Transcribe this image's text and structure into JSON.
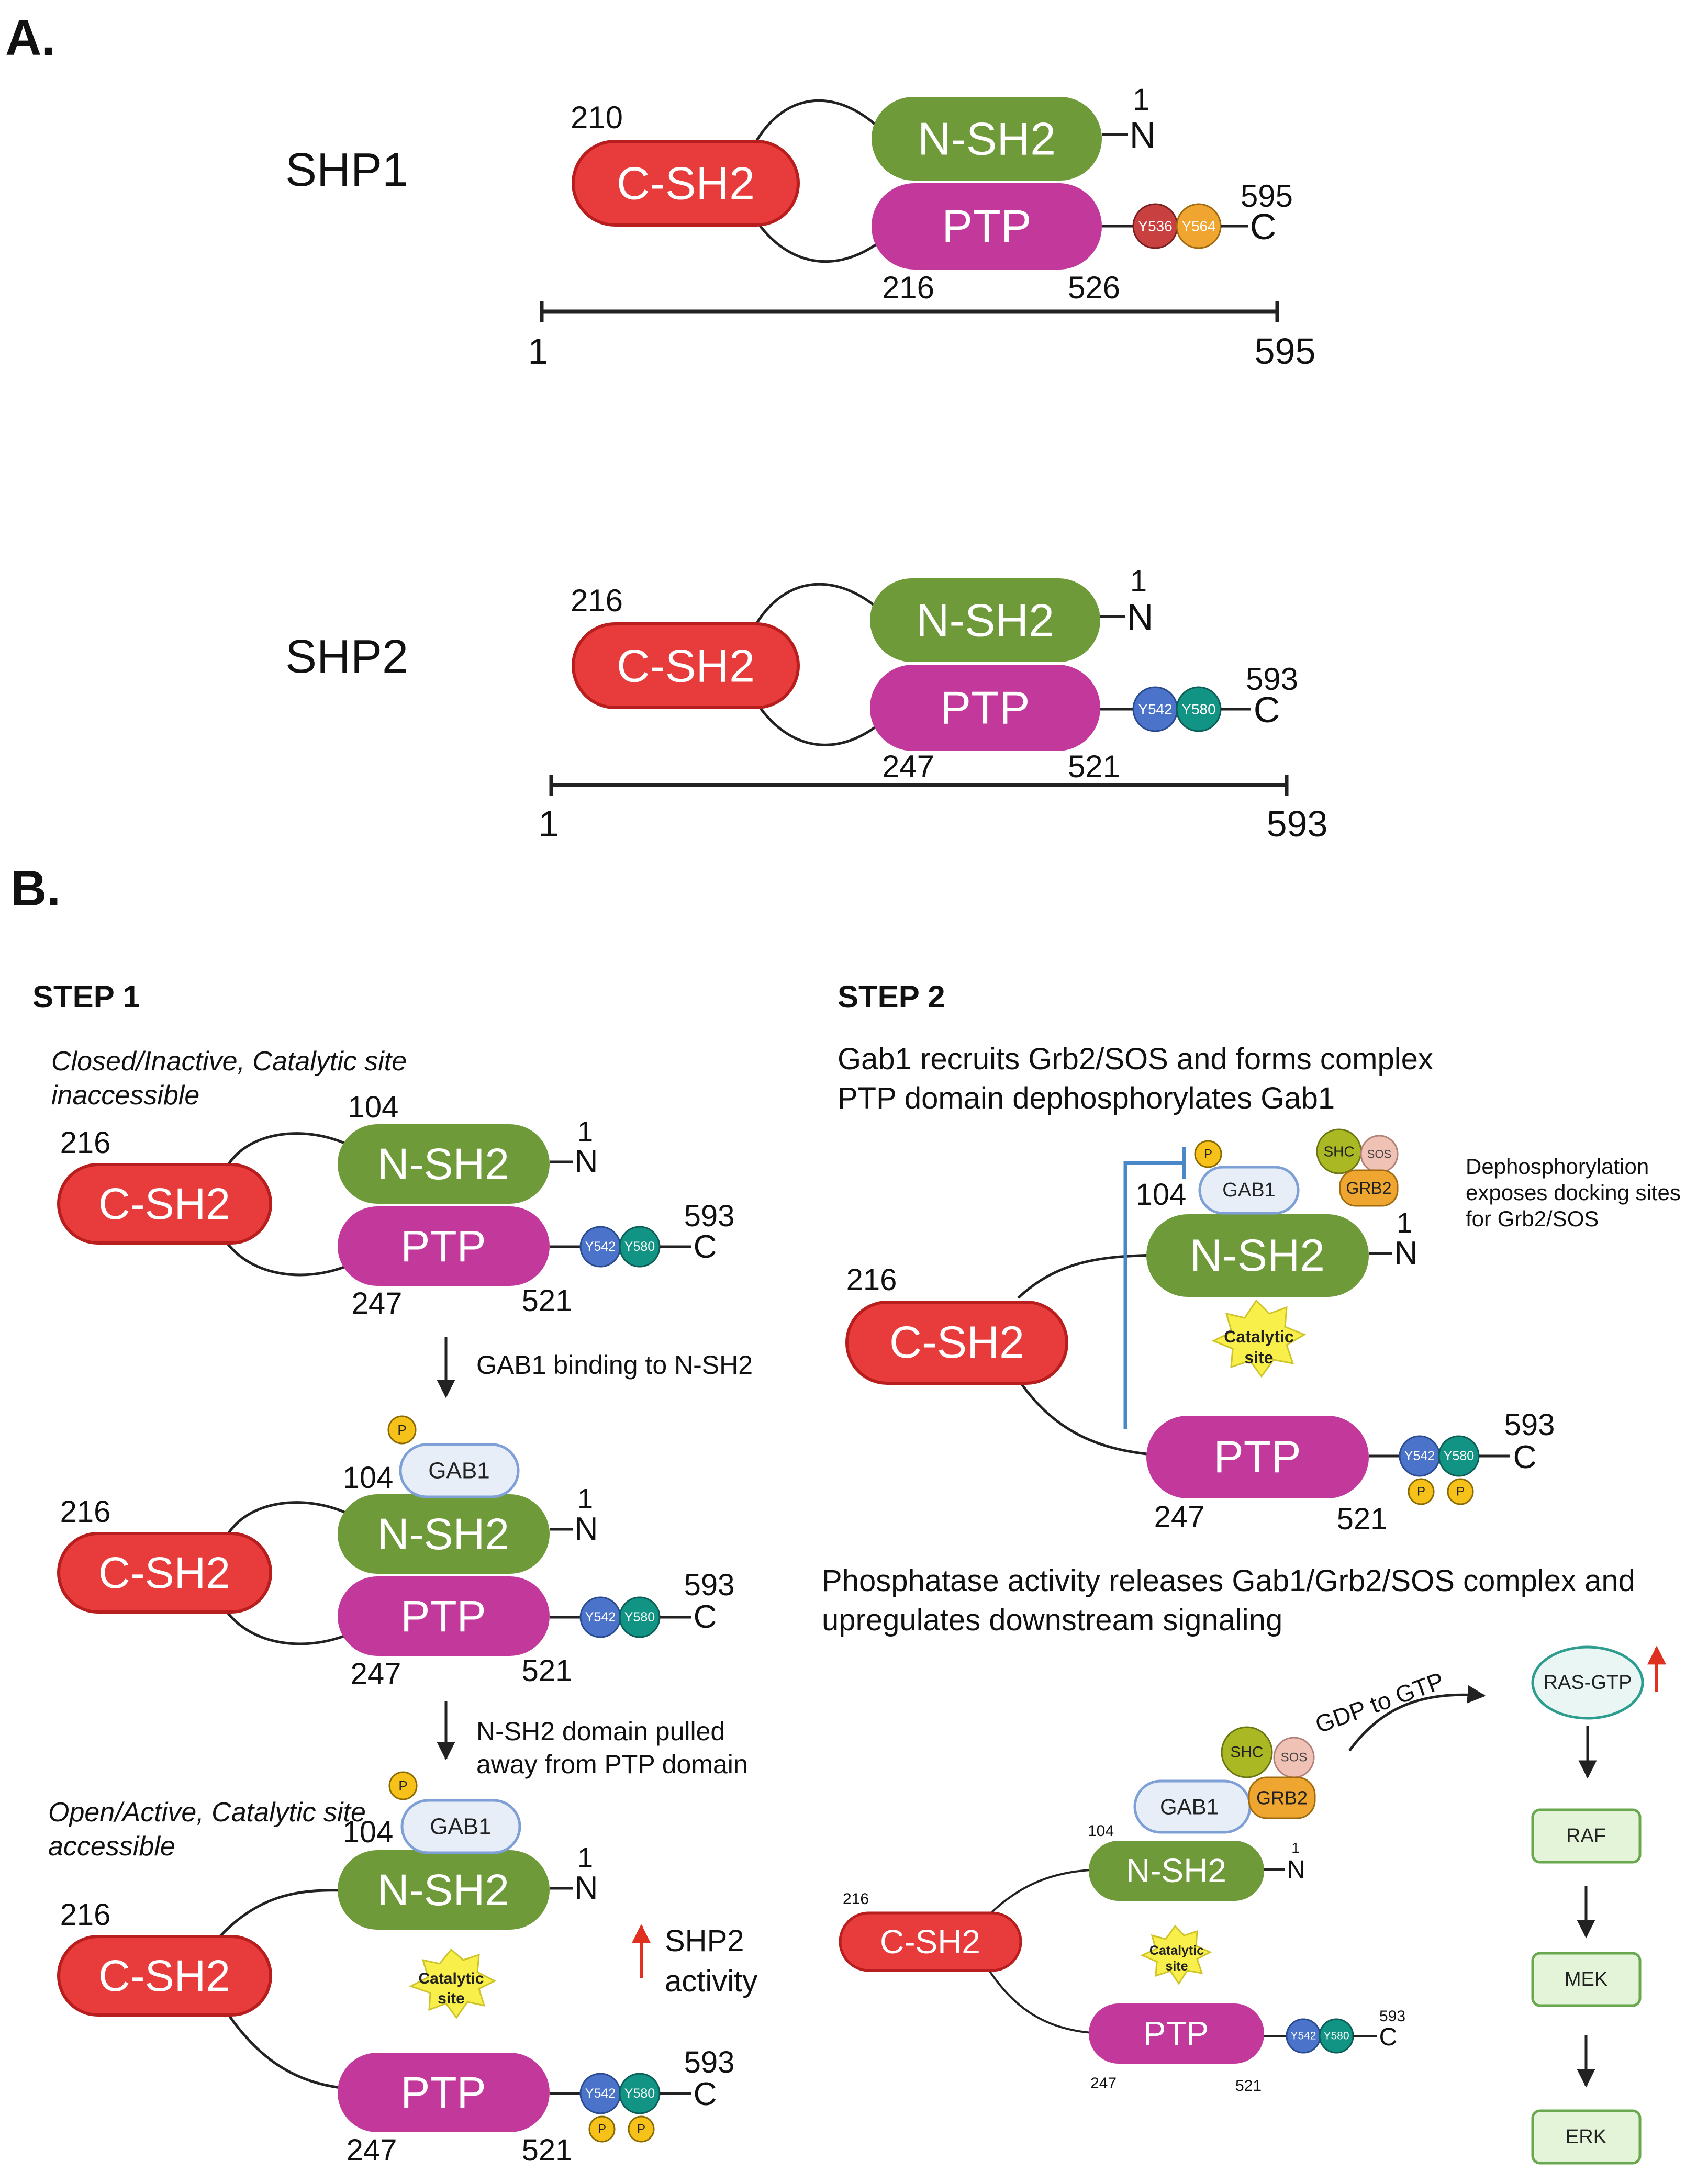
{
  "panel_a": {
    "label": "A.",
    "shp1": {
      "name": "SHP1",
      "c_sh2": "C-SH2",
      "n_sh2": "N-SH2",
      "ptp": "PTP",
      "n210": "210",
      "n1_top": "1",
      "n_term": "N",
      "c_term": "C",
      "n595_top": "595",
      "n216": "216",
      "n526": "526",
      "scale_start": "1",
      "scale_end": "595",
      "y1": "Y536",
      "y2": "Y564"
    },
    "shp2": {
      "name": "SHP2",
      "c_sh2": "C-SH2",
      "n_sh2": "N-SH2",
      "ptp": "PTP",
      "n216": "216",
      "n1_top": "1",
      "n_term": "N",
      "c_term": "C",
      "n593_top": "593",
      "n247": "247",
      "n521": "521",
      "scale_start": "1",
      "scale_end": "593",
      "y1": "Y542",
      "y2": "Y580"
    }
  },
  "panel_b": {
    "label": "B.",
    "step1": {
      "title": "STEP 1",
      "closed_caption_1": "Closed/Inactive, Catalytic site",
      "closed_caption_2": "inaccessible",
      "arrow1_label": "GAB1 binding to N-SH2",
      "arrow2_label_1": "N-SH2 domain pulled",
      "arrow2_label_2": "away from PTP domain",
      "open_caption_1": "Open/Active, Catalytic site",
      "open_caption_2": "accessible",
      "activity_1": "SHP2",
      "activity_2": "activity"
    },
    "step2": {
      "title": "STEP 2",
      "line1": "Gab1 recruits Grb2/SOS and forms complex",
      "line2": "PTP domain dephosphorylates Gab1",
      "note_1": "Dephosphorylation",
      "note_2": "exposes docking sites",
      "note_3": "for Grb2/SOS",
      "release_1": "Phosphatase activity releases Gab1/Grb2/SOS complex and",
      "release_2": "upregulates downstream signaling",
      "gdp_gtp": "GDP to GTP"
    },
    "common": {
      "c_sh2": "C-SH2",
      "n_sh2": "N-SH2",
      "ptp": "PTP",
      "n216": "216",
      "n104": "104",
      "n1": "1",
      "n_term": "N",
      "c_term": "C",
      "n593": "593",
      "n247": "247",
      "n521": "521",
      "y1": "Y542",
      "y2": "Y580",
      "p": "P",
      "gab1": "GAB1",
      "shc": "SHC",
      "sos": "SOS",
      "grb2": "GRB2",
      "cat_1": "Catalytic",
      "cat_2": "site"
    },
    "pathway": [
      "RAS-GTP",
      "RAF",
      "MEK",
      "ERK"
    ]
  },
  "colors": {
    "c_sh2": "#e83b3b",
    "c_sh2_border": "#b81e1e",
    "n_sh2": "#6e9a3a",
    "ptp": "#c2399b",
    "y536": "#c94040",
    "y564": "#f0a531",
    "y542": "#4a73c9",
    "y580": "#129484",
    "phospho": "#f6c21a",
    "gab1_fill": "#e8eef8",
    "gab1_border": "#7ea0d6",
    "shc": "#a9b823",
    "sos": "#f0c2b6",
    "grb2": "#eea631",
    "star": "#f8ef4a",
    "inhibit": "#4a86c8",
    "up_arrow": "#e03020",
    "ras_fill": "#e9f6f4",
    "ras_border": "#2d9d8f",
    "node_fill": "#e4f4d9",
    "node_border": "#6aa84f"
  }
}
